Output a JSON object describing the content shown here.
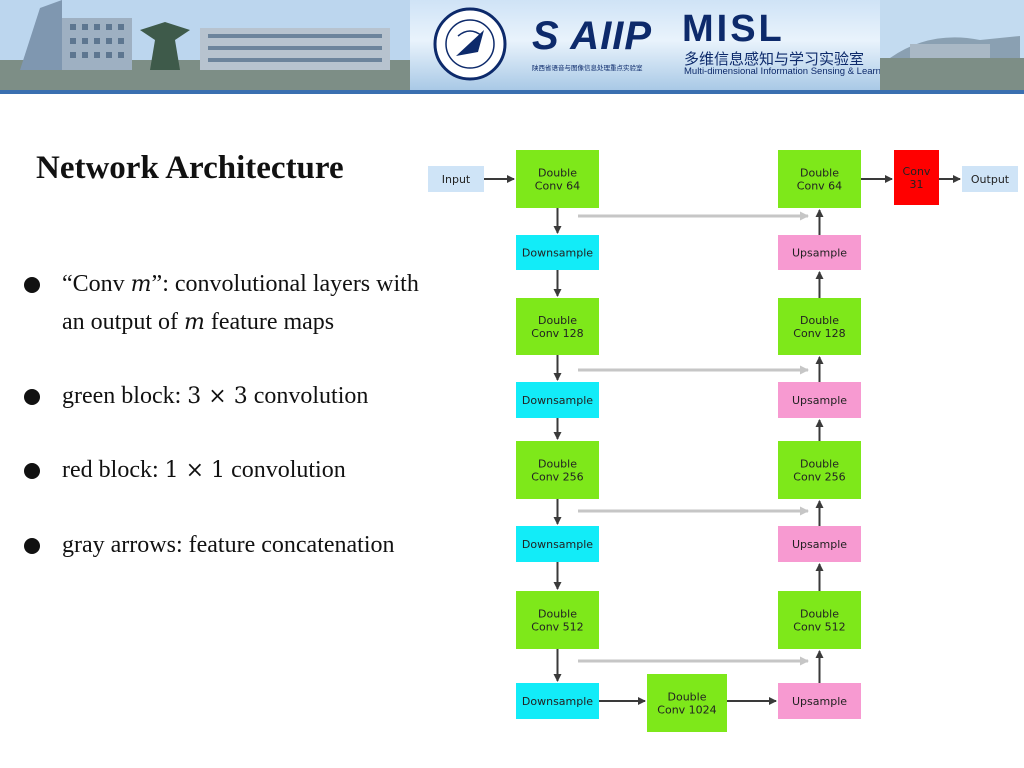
{
  "header": {
    "saiip_logo_text": "S AIIP",
    "saiip_subtitle": "陕西省语音与图像信息处理重点实验室",
    "misl_logo_text": "MISL",
    "misl_chinese": "多维信息感知与学习实验室",
    "misl_english": "Multi-dimensional Information Sensing & Learning Lab"
  },
  "slide": {
    "title": "Network Architecture",
    "bullets": [
      {
        "prefix": "“Conv ",
        "math": "m",
        "suffix": "”: convolutional layers with",
        "line2_prefix": "an output of ",
        "line2_math": "m",
        "line2_suffix": " feature maps"
      },
      {
        "prefix": "green block: ",
        "math": "3 × 3",
        "suffix": " convolution"
      },
      {
        "prefix": "red block: ",
        "math": "1 × 1",
        "suffix": " convolution"
      },
      {
        "prefix": "gray arrows: feature concatenation",
        "math": "",
        "suffix": ""
      }
    ]
  },
  "diagram": {
    "colors": {
      "green": "#7ee81a",
      "cyan": "#12ecf8",
      "pink": "#f79ad1",
      "red": "#ff0000",
      "io": "#cfe4f7",
      "arrow": "#3a3a3a",
      "skip": "#c6c6c6"
    },
    "io": {
      "input": "Input",
      "output": "Output"
    },
    "encoder": [
      "Double\nConv 64",
      "Downsample",
      "Double\nConv 128",
      "Downsample",
      "Double\nConv 256",
      "Downsample",
      "Double\nConv 512",
      "Downsample"
    ],
    "bottleneck": "Double\nConv 1024",
    "decoder": [
      "Double\nConv 64",
      "Upsample",
      "Double\nConv 128",
      "Upsample",
      "Double\nConv 256",
      "Upsample",
      "Double\nConv 512",
      "Upsample"
    ],
    "final_conv": "Conv\n31"
  }
}
